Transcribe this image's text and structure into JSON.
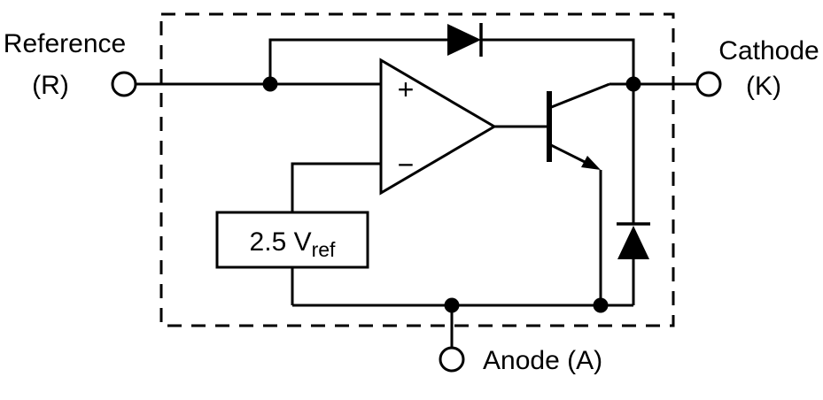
{
  "diagram": {
    "pins": {
      "reference": {
        "name": "Reference",
        "designator": "(R)"
      },
      "cathode": {
        "name": "Cathode",
        "designator": "(K)"
      },
      "anode": {
        "name": "Anode (A)"
      }
    },
    "vref": {
      "value": "2.5 V",
      "subscript": "ref"
    },
    "opamp": {
      "noninverting": "+",
      "inverting": "−"
    },
    "colors": {
      "line": "#000000",
      "background": "#ffffff"
    }
  }
}
